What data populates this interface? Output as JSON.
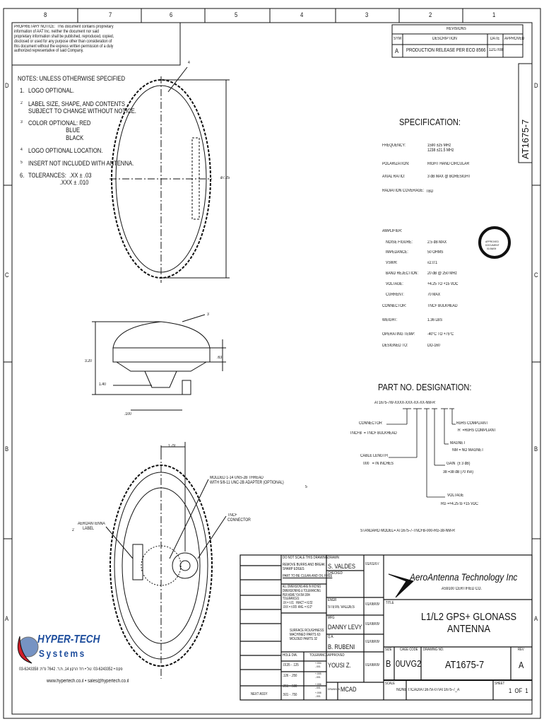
{
  "zones": {
    "columns": [
      "8",
      "7",
      "6",
      "5",
      "4",
      "3",
      "2",
      "1"
    ],
    "rows": [
      "D",
      "C",
      "B",
      "A"
    ]
  },
  "proprietary_notice": "PROPRIETARY NOTICE:  This document contains proprietary\ninformation of AAT Inc. neither the document nor said\nproprietary information shall be published, reproduced, copied,\ndisclosed or used for any purpose other than consideration of\nthis document without the express written permission of a duly\nauthorized representative of said Company.",
  "notes": {
    "title": "NOTES: UNLESS OTHERWISE SPECIFIED",
    "items": [
      {
        "num": "1.",
        "text": "LOGO OPTIONAL."
      },
      {
        "num": "2",
        "text": "LABEL SIZE, SHAPE, AND CONTENTS\nSUBJECT TO CHANGE WITHOUT NOTICE."
      },
      {
        "num": "3",
        "text": "COLOR OPTIONAL: RED\n                         BLUE\n                         BLACK"
      },
      {
        "num": "4",
        "text": "LOGO OPTIONAL LOCATION."
      },
      {
        "num": "5",
        "text": "INSERT NOT INCLUDED WITH ANTENNA."
      },
      {
        "num": "6.",
        "text": "TOLERANCES:  .XX ± .03\n                     .XXX ± .010"
      }
    ]
  },
  "revisions": {
    "title": "REVISIONS",
    "headers": [
      "SYM",
      "DESCRIPTION",
      "DATE",
      "APPROVED"
    ],
    "rows": [
      [
        "A",
        "PRODUCTION RELEASE PER ECO 8566",
        "12/17/08",
        ""
      ]
    ]
  },
  "side_label": "AT1675-7",
  "specification": {
    "title": "SPECIFICATION:",
    "rows": [
      [
        "FREQUENCY:",
        "1590 ±25 MHz\n1238 ±21.5 MHz"
      ],
      [
        "POLARIZATION:",
        "RIGHT HAND CIRCULAR"
      ],
      [
        "AXIAL RATIO:",
        "3 dB MAX @ BORESIGHT"
      ],
      [
        "RADIATION COVERAGE:",
        "TBD"
      ]
    ],
    "amplifier_label": "AMPLIFIER:",
    "amp_rows": [
      [
        "NOISE FIGURE:",
        "2.5 dB MAX"
      ],
      [
        "IMPEDANCE:",
        "50 OHMS"
      ],
      [
        "VSWR:",
        "≤2.0:1"
      ],
      [
        "BAND REJECTION:",
        "20 dB @ 250 MHz"
      ],
      [
        "VOLTAGE:",
        "+4.25 TO +15 VDC"
      ],
      [
        "CURRENT:",
        "70 MAX"
      ]
    ],
    "other_rows": [
      [
        "CONNECTOR:",
        "TNCF BULKHEAD"
      ],
      [
        "WEIGHT:",
        "1.36 LBS"
      ],
      [
        "OPERATING TEMP:",
        "-40°C TO +75°C"
      ],
      [
        "DESIGNED TO:",
        "DO-160"
      ]
    ]
  },
  "stamp": {
    "line1": "APPROVED",
    "line2": "DOCUMENT",
    "line3": "01/08/09"
  },
  "part_no": {
    "title": "PART NO. DESIGNATION:",
    "code": "AT1675-7W-XXXX-XXX-XX-XX-NM-R",
    "connector": "CONNECTOR",
    "connector_val": "TNCFB  = TNCF BULKHEAD",
    "cable": "CABLE LENGTH",
    "cable_val": "000   = IN INCHES",
    "voltage": "VOLTAGE",
    "voltage_val": "RG =+4.25 to +15 VDC",
    "gain": "GAIN  (± 3 dB)",
    "gain_val": "38 =38 dB (70 mA)",
    "magnet": "MAGNET",
    "magnet_val": "NM = NO MAGNET",
    "rohs": "RoHS COMPLIANT",
    "rohs_val": "R  =RoHS COMPLIANT",
    "standard": "STANDARD MODEL= AT1675-7-TNCFB-000-RG-38-NM-R"
  },
  "dims": {
    "dia": "ø7.25",
    "height": "3.20",
    "top": ".63",
    "w140": "1.40",
    "w100": ".100",
    "w179": "1.79"
  },
  "callouts": {
    "thread": "MOLDED 1-14 UNS-2B THREAD\nWITH 5/8-11 UNC-2B ADAPTER (OPTIONAL)",
    "tncf": "TNCF\nCONNECTOR",
    "label": "AEROANTENNA\n     LABEL",
    "flag_thread": "5",
    "flag_label": "2",
    "flag_top": "4",
    "flag_side": "3"
  },
  "title_block": {
    "notes": [
      "DO NOT SCALE THIS DRAWING",
      "REMOVE BURRS AND BREAK\nSHARP EDGES",
      "PART TO BE CLEAN AND OIL FREE",
      "ALL DIMENSIONS ARE IN INCHES\nDIMENSIONING & TOLERANCING\nPER ASME Y14.5M-1994\nTOLERANCES:\n.XX = ±.01   FRACT = ±1/32\n.XXX = ±.005  ANG. = ±1/2°",
      "SURFACE ROUGHNESS\nMACHINED PARTS 63\nMOLDED PARTS 32"
    ],
    "hole_headers": [
      "HOLE DIA.",
      "TOLERANCE"
    ],
    "holes": [
      [
        ".0135 - .125",
        "+.004\n-.001"
      ],
      [
        ".126 - .250",
        "+.005\n-.001"
      ],
      [
        ".251 - .500",
        "+.006\n-.001"
      ],
      [
        ".501 - .750",
        "+.008\n-.001"
      ]
    ],
    "next_assy": "NEXT ASSY",
    "people": [
      {
        "role": "DRAWN",
        "name": "S. VALDES",
        "date": "01/01/07"
      },
      {
        "role": "CHECKED",
        "name": "",
        "date": ""
      },
      {
        "role": "ENGR",
        "name": "STEVE VALDES",
        "date": "01/08/09"
      },
      {
        "role": "MFG",
        "name": "DANNY LEVY",
        "date": "01/08/09"
      },
      {
        "role": "Q.A.",
        "name": "B. RUBENI",
        "date": "01/08/09"
      },
      {
        "role": "APPROVED",
        "name": "YOUSI Z.",
        "date": "01/08/09"
      }
    ],
    "drawn_in_label": "DRAWN IN",
    "drawn_in": "MCAD",
    "company": "AeroAntenna Technology Inc",
    "certified": "AS9100 CERTIFIED CO.",
    "title_label": "TITLE",
    "title": "L1/L2 GPS+ GLONASS\nANTENNA",
    "size_label": "SIZE",
    "size": "B",
    "cage_label": "CAGE CODE",
    "cage": "0UVG2",
    "dwg_label": "DRAWING NO.",
    "dwg": "AT1675-7",
    "rev_label": "REV",
    "rev": "A",
    "scale_label": "SCALE",
    "scale": "NONE",
    "path": "I:\\CAD\\AT1675\\-07\\AT1675-7_A",
    "sheet_label": "SHEET",
    "sheet": "1  OF  1"
  },
  "distributor": {
    "name1": "HYPER-TECH",
    "name2": "Systems",
    "phone": "03-6243358 :פקס • 03-6243352 :טל • רח' הרקון 14, ת.ד. 7642 פ\"ת",
    "web": "www.hypertech.co.il • sales@hypertech.co.il",
    "colors": {
      "blue": "#1c4c9c",
      "red": "#d01f2a"
    }
  }
}
